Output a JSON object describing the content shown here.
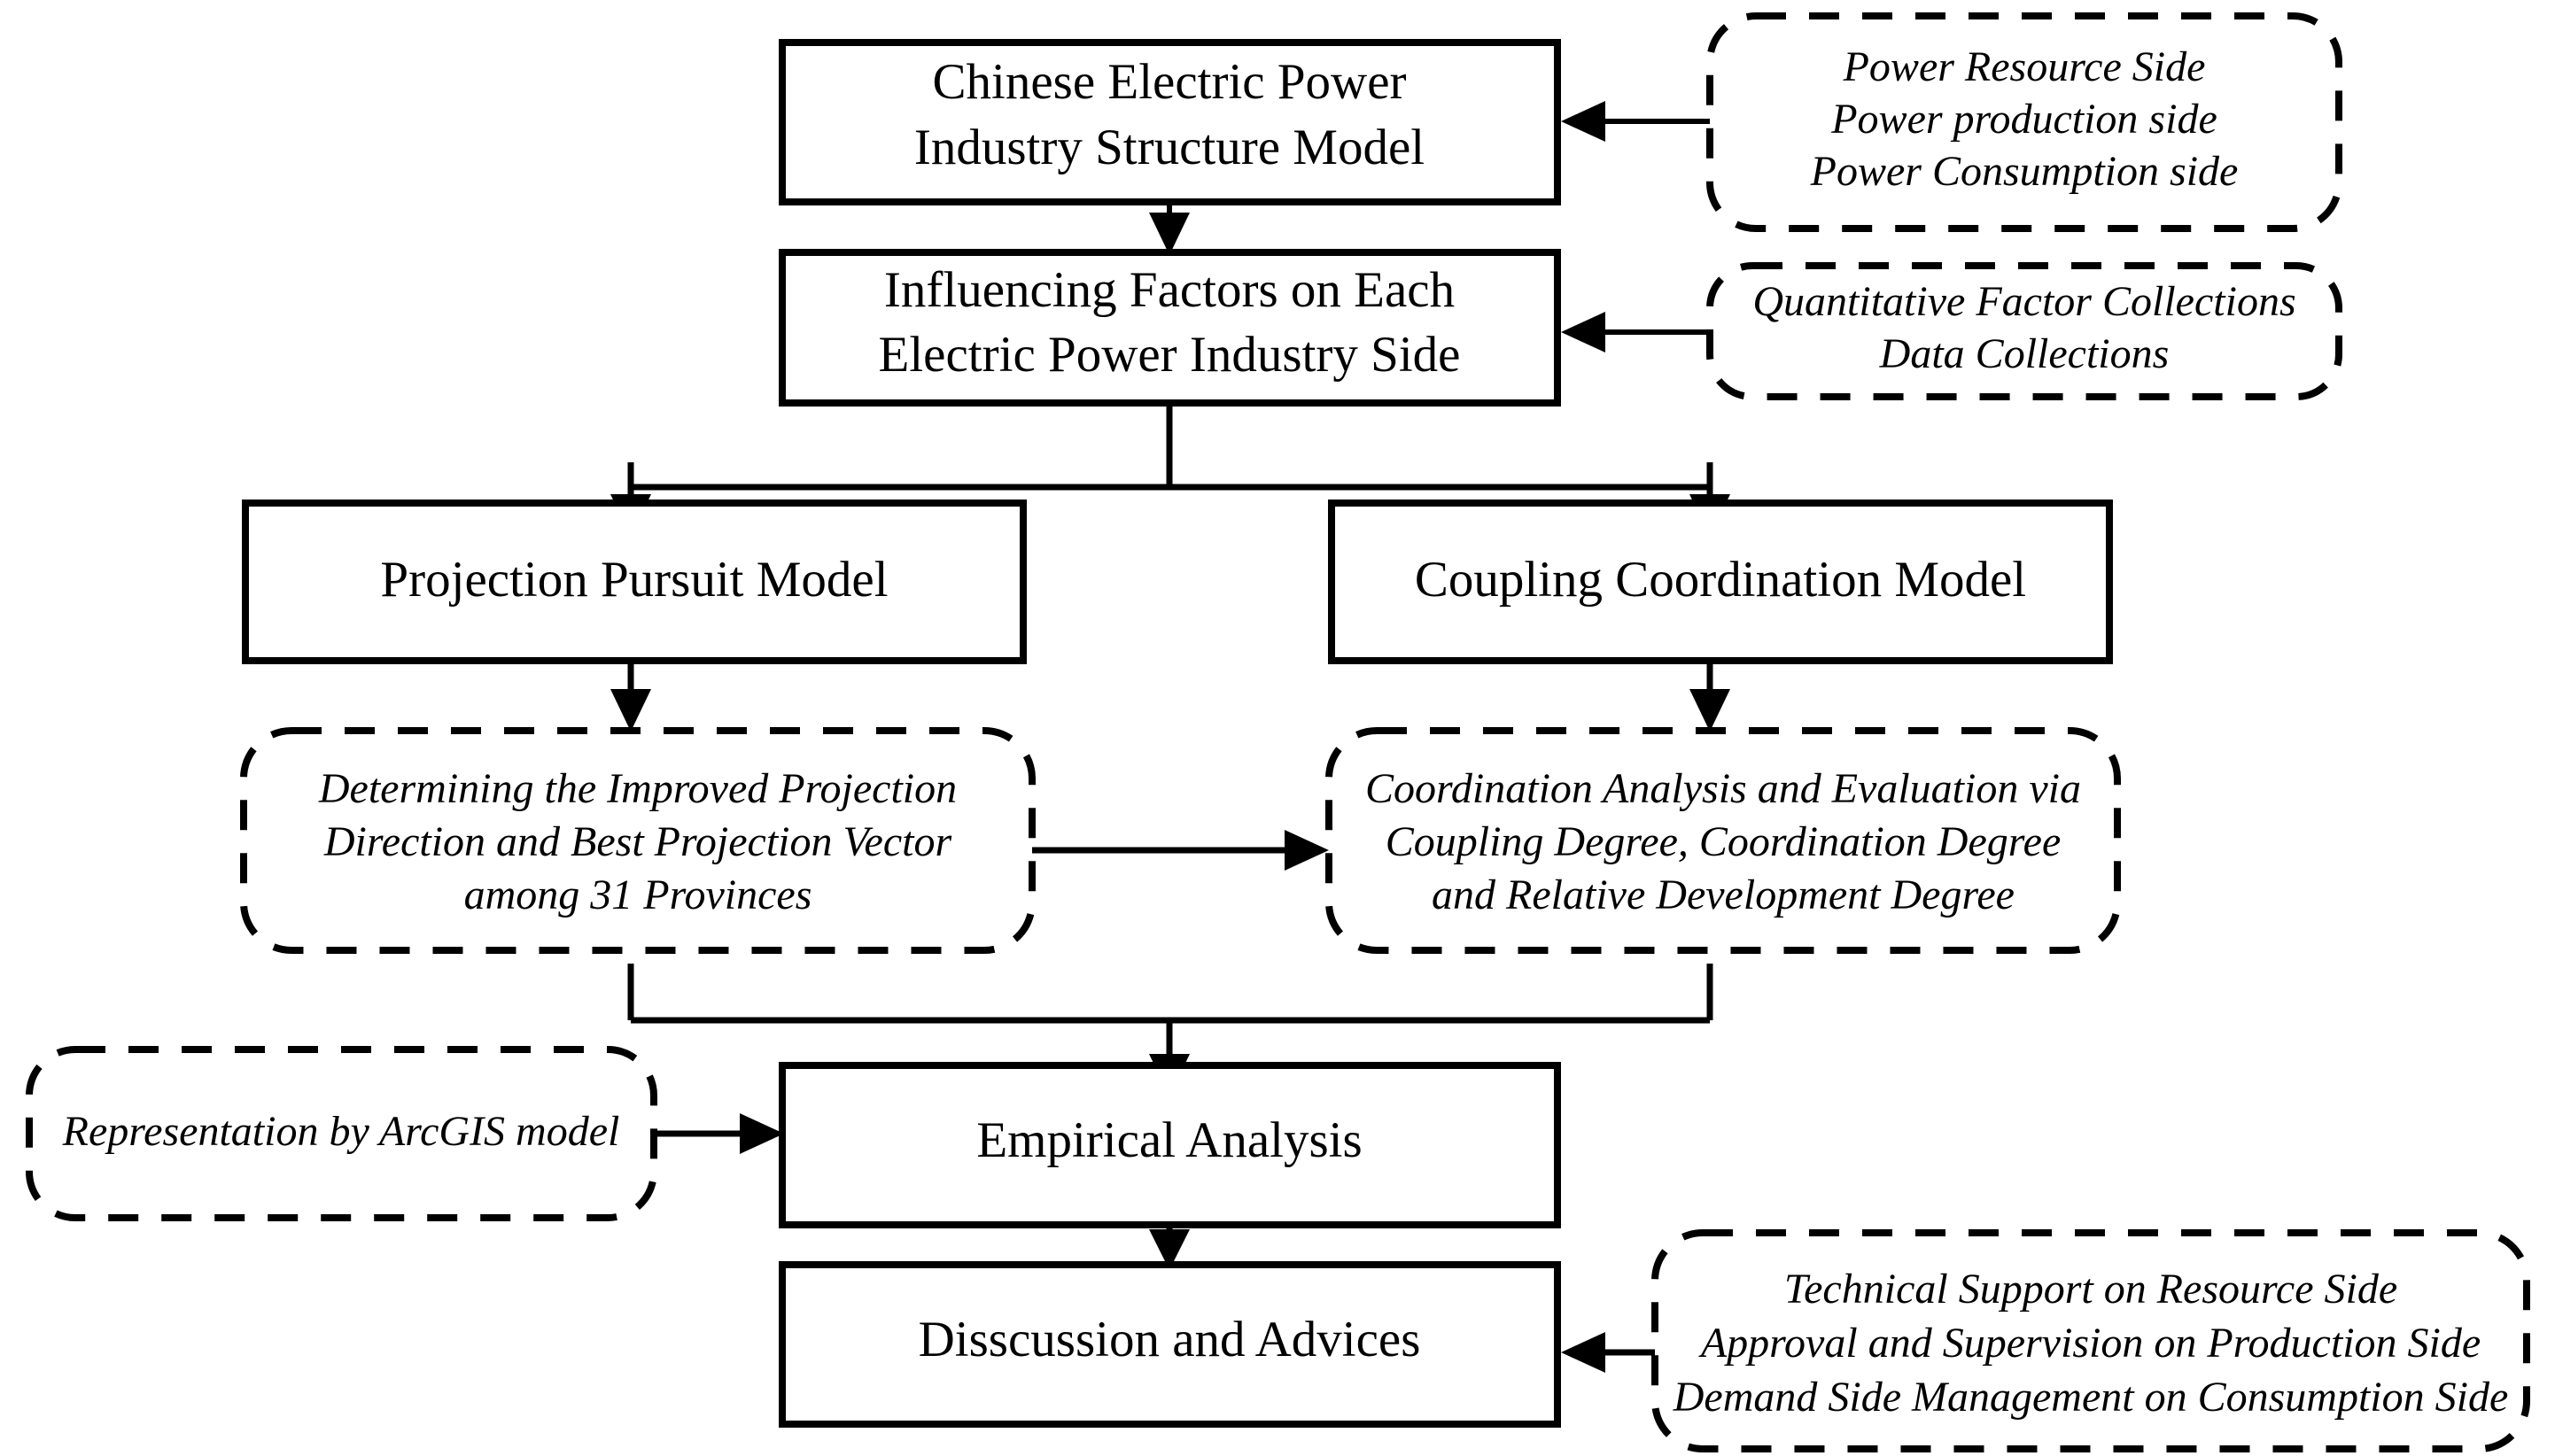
{
  "diagram": {
    "title": "Chinese Electric Power Industry Structure Research Framework",
    "type": "flowchart",
    "background_color": "#ffffff",
    "line_color": "#000000",
    "nodes": [
      {
        "id": "structure-model",
        "shape": "rectangle",
        "border": "solid",
        "lines": [
          "Chinese Electric Power",
          "Industry Structure Model"
        ]
      },
      {
        "id": "influencing-factors",
        "shape": "rectangle",
        "border": "solid",
        "lines": [
          "Influencing Factors on Each",
          "Electric Power Industry Side"
        ]
      },
      {
        "id": "projection-pursuit-model",
        "shape": "rectangle",
        "border": "solid",
        "lines": [
          "Projection Pursuit Model"
        ]
      },
      {
        "id": "coupling-coordination-model",
        "shape": "rectangle",
        "border": "solid",
        "lines": [
          "Coupling Coordination Model"
        ]
      },
      {
        "id": "empirical-analysis",
        "shape": "rectangle",
        "border": "solid",
        "lines": [
          "Empirical Analysis"
        ]
      },
      {
        "id": "discussion-advices",
        "shape": "rectangle",
        "border": "solid",
        "lines": [
          "Disscussion and Advices"
        ]
      }
    ],
    "notes": [
      {
        "id": "power-sides-note",
        "shape": "rounded-rectangle",
        "border": "dashed",
        "lines": [
          "Power Resource Side",
          "Power production side",
          "Power Consumption side"
        ]
      },
      {
        "id": "data-collections-note",
        "shape": "rounded-rectangle",
        "border": "dashed",
        "lines": [
          "Quantitative Factor Collections",
          "Data Collections"
        ]
      },
      {
        "id": "projection-direction-note",
        "shape": "rounded-rectangle",
        "border": "dashed",
        "lines": [
          "Determining the Improved Projection",
          "Direction and Best Projection Vector",
          "among 31 Provinces"
        ]
      },
      {
        "id": "coordination-analysis-note",
        "shape": "rounded-rectangle",
        "border": "dashed",
        "lines": [
          "Coordination Analysis and Evaluation via",
          "Coupling Degree, Coordination Degree",
          "and Relative Development Degree"
        ]
      },
      {
        "id": "arcgis-note",
        "shape": "rounded-rectangle",
        "border": "dashed",
        "lines": [
          "Representation by ArcGIS model"
        ]
      },
      {
        "id": "policy-advices-note",
        "shape": "rounded-rectangle",
        "border": "dashed",
        "lines": [
          "Technical Support on Resource Side",
          "Approval and Supervision on Production Side",
          "Demand Side Management on Consumption Side"
        ]
      }
    ],
    "edges": [
      {
        "from": "power-sides-note",
        "to": "structure-model",
        "direction": "left",
        "style": "solid-arrow"
      },
      {
        "from": "structure-model",
        "to": "influencing-factors",
        "direction": "down",
        "style": "solid-arrow"
      },
      {
        "from": "data-collections-note",
        "to": "influencing-factors",
        "direction": "left",
        "style": "solid-arrow"
      },
      {
        "from": "influencing-factors",
        "to": "projection-pursuit-model",
        "direction": "down-branch",
        "style": "solid-arrow"
      },
      {
        "from": "influencing-factors",
        "to": "coupling-coordination-model",
        "direction": "down-branch",
        "style": "solid-arrow"
      },
      {
        "from": "projection-pursuit-model",
        "to": "projection-direction-note",
        "direction": "down",
        "style": "solid-arrow"
      },
      {
        "from": "coupling-coordination-model",
        "to": "coordination-analysis-note",
        "direction": "down",
        "style": "solid-arrow"
      },
      {
        "from": "projection-direction-note",
        "to": "coordination-analysis-note",
        "direction": "right",
        "style": "solid-arrow"
      },
      {
        "from": "projection-direction-note",
        "to": "empirical-analysis",
        "direction": "down-merge",
        "style": "solid-arrow"
      },
      {
        "from": "coordination-analysis-note",
        "to": "empirical-analysis",
        "direction": "down-merge",
        "style": "solid-arrow"
      },
      {
        "from": "arcgis-note",
        "to": "empirical-analysis",
        "direction": "right",
        "style": "solid-arrow"
      },
      {
        "from": "empirical-analysis",
        "to": "discussion-advices",
        "direction": "down",
        "style": "solid-arrow"
      },
      {
        "from": "policy-advices-note",
        "to": "discussion-advices",
        "direction": "left",
        "style": "solid-arrow"
      }
    ]
  }
}
